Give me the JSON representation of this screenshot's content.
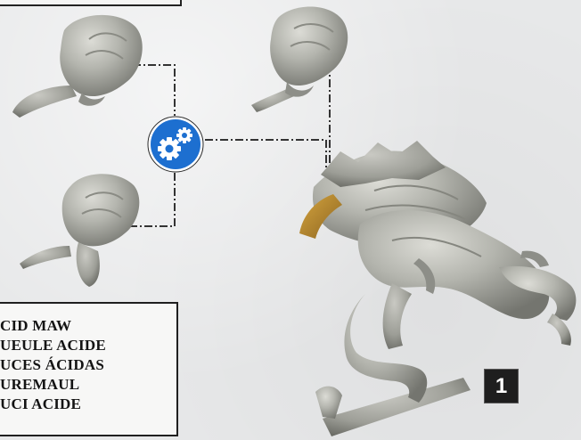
{
  "labels": {
    "items": [
      "CID MAW",
      "UEULE ACIDE",
      "UCES ÁCIDAS",
      "UREMAUL",
      "UCI ACIDE"
    ]
  },
  "step_badge": "1",
  "icons": {
    "options": "gear-icon"
  },
  "colors": {
    "gear_blue": "#1d6fd0",
    "resin_grey": "#b3b4ae",
    "acid_ochre": "#b98a2b",
    "line": "#333333"
  }
}
